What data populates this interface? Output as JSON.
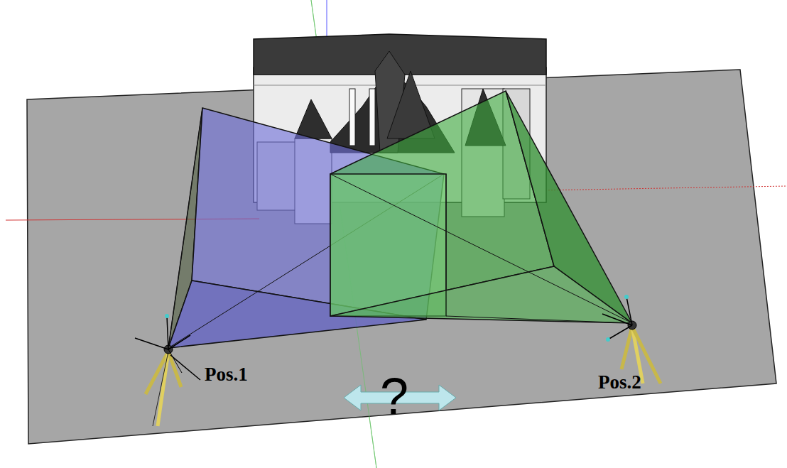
{
  "diagram": {
    "labels": [
      "Pos.1",
      "?",
      "Pos.2"
    ]
  }
}
